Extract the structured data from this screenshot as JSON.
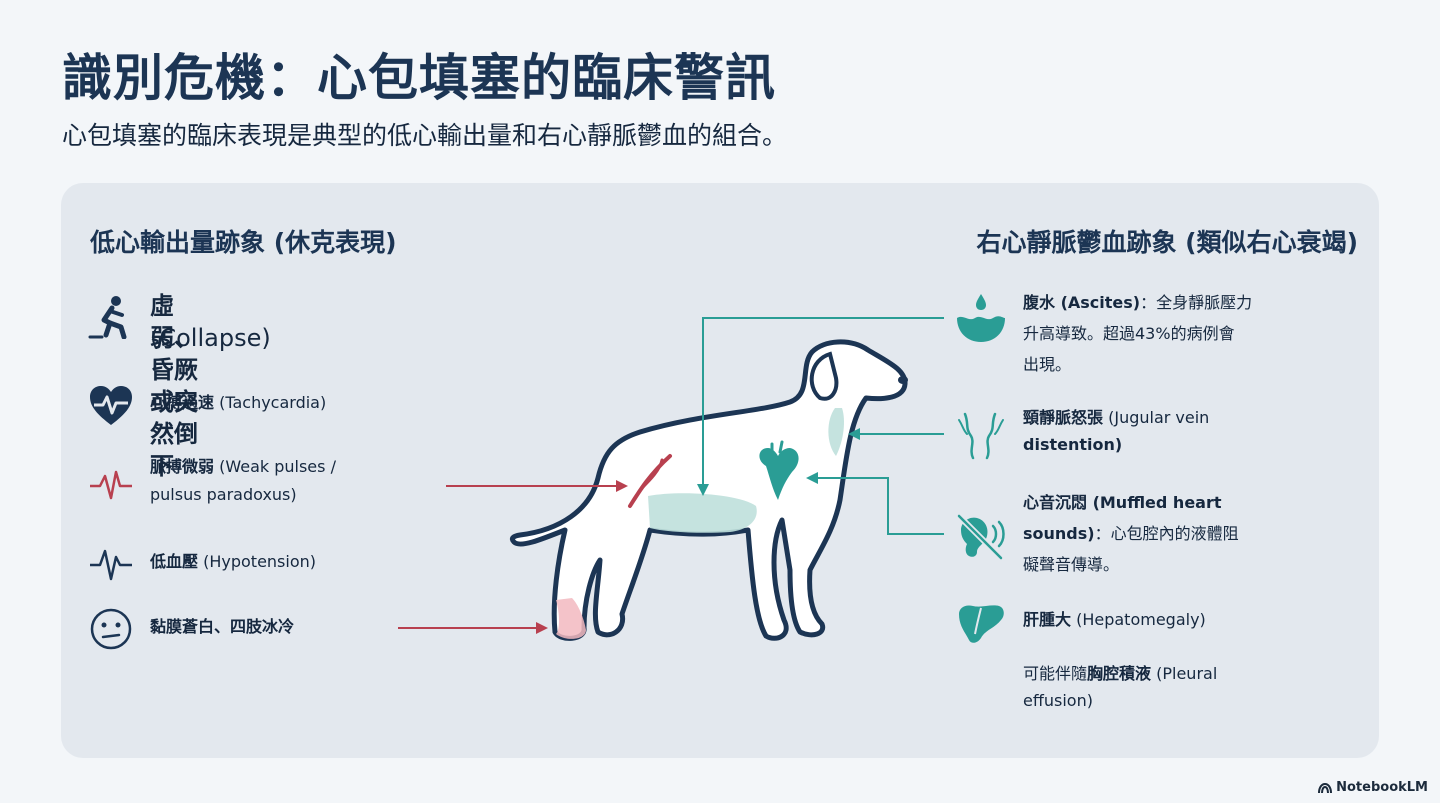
{
  "title": "識別危機：心包填塞的臨床警訊",
  "subtitle": "心包填塞的臨床表現是典型的低心輸出量和右心靜脈鬱血的組合。",
  "left": {
    "heading": "低心輸出量跡象 (休克表現)",
    "items": [
      {
        "bold": "虛弱、昏厥或突然倒下",
        "line2": "(Collapse)",
        "icon": "falling-person-icon"
      },
      {
        "bold": "心搏過速",
        "rest": " (Tachycardia)",
        "icon": "heart-pulse-icon"
      },
      {
        "bold": "脈搏微弱",
        "rest": " (Weak pulses /",
        "line2": "pulsus paradoxus)",
        "icon": "weak-pulse-icon"
      },
      {
        "bold": "低血壓",
        "rest": " (Hypotension)",
        "icon": "pulse-wave-icon"
      },
      {
        "bold": "黏膜蒼白、四肢冰冷",
        "icon": "worried-face-icon"
      }
    ]
  },
  "right": {
    "heading": "右心靜脈鬱血跡象 (類似右心衰竭)",
    "items": [
      {
        "bold": "腹水 (Ascites)",
        "rest": "：全身靜脈壓力",
        "line2": "升高導致。超過43%的病例會",
        "line3": "出現。",
        "icon": "fluid-drop-icon"
      },
      {
        "bold": "頸靜脈怒張",
        "rest": " (Jugular vein",
        "line2b": "distention)",
        "icon": "jugular-vein-icon"
      },
      {
        "bold": "心音沉悶 (Muffled heart",
        "line2b": "sounds)",
        "line2": "：心包腔內的液體阻",
        "line3": "礙聲音傳導。",
        "icon": "muffled-sound-icon"
      },
      {
        "bold": "肝腫大",
        "rest": " (Hepatomegaly)",
        "icon": "liver-icon"
      },
      {
        "pre": "可能伴隨",
        "bold": "胸腔積液",
        "rest": " (Pleural",
        "line2": "effusion)"
      }
    ]
  },
  "brand": "NotebookLM",
  "colors": {
    "navy": "#1c3554",
    "teal": "#2a9d95",
    "red": "#b8404f",
    "panel": "#e3e8ee"
  }
}
